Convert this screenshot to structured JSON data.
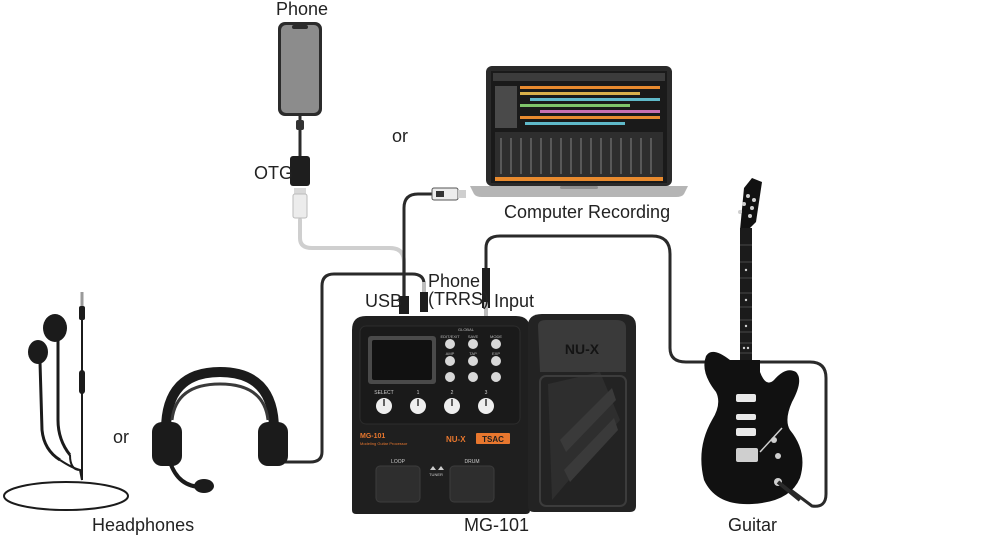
{
  "labels": {
    "phone": "Phone",
    "or_top": "or",
    "otg": "OTG",
    "computer_recording": "Computer Recording",
    "usb": "USB",
    "phone_trrs_line1": "Phone",
    "phone_trrs_line2": "(TRRS)",
    "input": "Input",
    "or_left": "or",
    "headphones": "Headphones",
    "mg101": "MG-101",
    "guitar": "Guitar"
  },
  "device": {
    "brand": "NU-X",
    "model": "MG-101",
    "subtitle": "Modeling Guitar Processor",
    "ts_badge": "TSAC",
    "drum_label": "DRUM",
    "loop_label": "LOOP",
    "tuner_label": "TUNER",
    "select_label": "SELECT",
    "global_label": "GLOBAL",
    "knob_1": "1",
    "knob_2": "2",
    "knob_3": "3",
    "btn_edit_exit": "EDIT/EXIT",
    "btn_save": "SAVE",
    "btn_mode": "MODE",
    "btn_amp": "AMP",
    "btn_tap": "TAP",
    "btn_exp": "EXP",
    "pedal_brand": "NU-X"
  },
  "colors": {
    "device_body": "#1f1f1f",
    "cable": "#2a2a2a",
    "usb_cable": "#c8c8c8",
    "accent": "#e8772e",
    "guitar_body": "#111111"
  }
}
